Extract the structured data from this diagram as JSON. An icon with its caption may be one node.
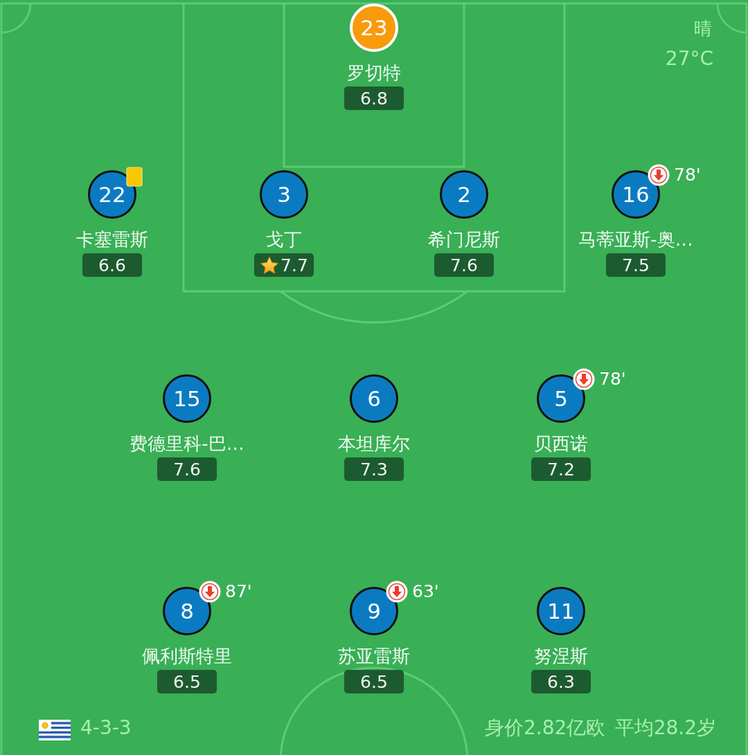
{
  "diagram": {
    "nodes": [
      {
        "text": [
          "23"
        ],
        "beside": [
          "罗切特",
          "6.8"
        ]
      },
      {
        "text": [
          "22"
        ],
        "beside": [
          "卡塞雷斯",
          "6.6"
        ]
      },
      {
        "text": [
          "3"
        ],
        "beside": [
          "戈丁",
          "7.7"
        ]
      },
      {
        "text": [
          "2"
        ],
        "beside": [
          "希门尼斯",
          "7.6"
        ]
      },
      {
        "text": [
          "16"
        ],
        "beside": [
          "马蒂亚斯-奥…",
          "7.5",
          "78'"
        ]
      },
      {
        "text": [
          "15"
        ],
        "beside": [
          "费德里科-巴…",
          "7.6"
        ]
      },
      {
        "text": [
          "6"
        ],
        "beside": [
          "本坦库尔",
          "7.3"
        ]
      },
      {
        "text": [
          "5"
        ],
        "beside": [
          "贝西诺",
          "7.2",
          "78'"
        ]
      },
      {
        "text": [
          "8"
        ],
        "beside": [
          "佩利斯特里",
          "6.5",
          "87'"
        ]
      },
      {
        "text": [
          "9"
        ],
        "beside": [
          "苏亚雷斯",
          "6.5",
          "63'"
        ]
      },
      {
        "text": [
          "11"
        ],
        "beside": [
          "努涅斯",
          "6.3"
        ]
      }
    ],
    "labels": [
      "晴",
      "27°C",
      "4-3-3",
      "身价2.82亿欧",
      "平均28.2岁"
    ]
  }
}
